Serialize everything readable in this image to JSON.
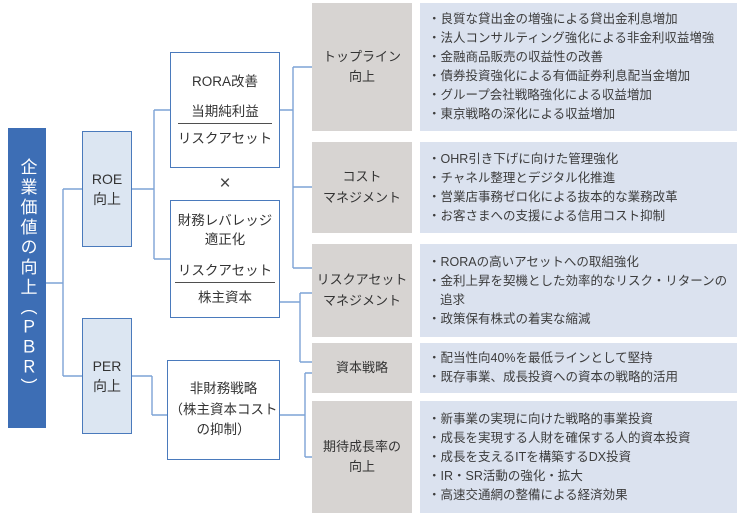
{
  "diagram": {
    "root_label": "企業価値の向上（ＰＢＲ）",
    "roe_label": "ROE\n向上",
    "per_label": "PER\n向上",
    "multiply_sign": "×",
    "rora_box": {
      "title": "RORA改善",
      "numerator": "当期純利益",
      "denominator": "リスクアセット"
    },
    "leverage_box": {
      "title": "財務レバレッジ\n適正化",
      "numerator": "リスクアセット",
      "denominator": "株主資本"
    },
    "nonfinancial_label": "非財務戦略\n（株主資本コスト\nの抑制）",
    "strategies": [
      {
        "label": "トップライン\n向上",
        "items": [
          "・良質な貸出金の増強による貸出金利息増加",
          "・法人コンサルティング強化による非金利収益増強",
          "・金融商品販売の収益性の改善",
          "・債券投資強化による有価証券利息配当金増加",
          "・グループ会社戦略強化による収益増加",
          "・東京戦略の深化による収益増加"
        ]
      },
      {
        "label": "コスト\nマネジメント",
        "items": [
          "・OHR引き下げに向けた管理強化",
          "・チャネル整理とデジタル化推進",
          "・営業店事務ゼロ化による抜本的な業務改革",
          "・お客さまへの支援による信用コスト抑制"
        ]
      },
      {
        "label": "リスクアセット\nマネジメント",
        "items": [
          "・RORAの高いアセットへの取組強化",
          "・金利上昇を契機とした効率的なリスク・リターンの追求",
          "・政策保有株式の着実な縮減"
        ]
      },
      {
        "label": "資本戦略",
        "items": [
          "・配当性向40%を最低ラインとして堅持",
          "・既存事業、成長投資への資本の戦略的活用"
        ]
      },
      {
        "label": "期待成長率の\n向上",
        "items": [
          "・新事業の実現に向けた戦略的事業投資",
          "・成長を実現する人財を確保する人的資本投資",
          "・成長を支えるITを構築するDX投資",
          "・IR・SR活動の強化・拡大",
          "・高速交通網の整備による経済効果"
        ]
      }
    ],
    "colors": {
      "root_fill": "#3d6eb5",
      "level2_fill": "#dce6f2",
      "box_border": "#4a7abc",
      "strategy_fill": "#d7d4d2",
      "detail_fill": "#dbe2ef",
      "connector": "#7da3d6"
    }
  }
}
